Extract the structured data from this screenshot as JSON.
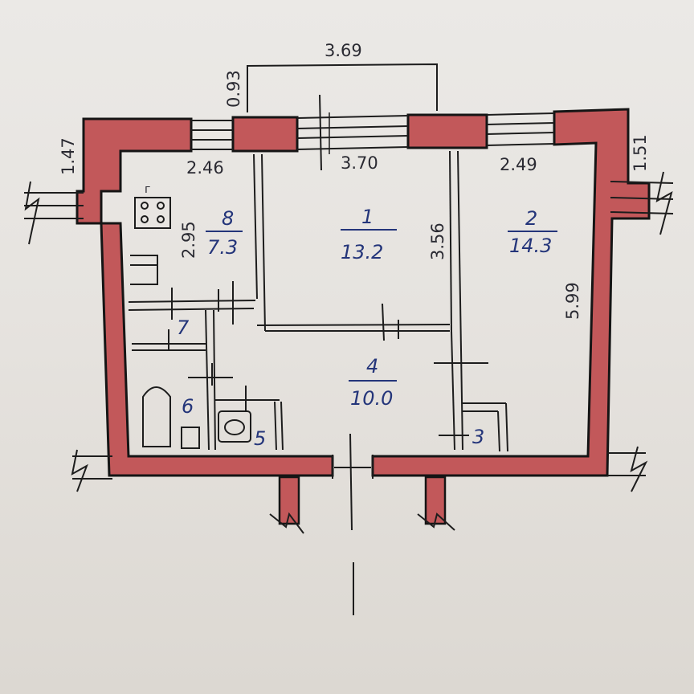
{
  "colors": {
    "paper": "#e9e6e1",
    "wall_fill": "#c2585a",
    "wall_line": "#151515",
    "ink_blue": "#24357a",
    "ink_dark": "#2a2a32"
  },
  "dimensions": {
    "balcony_width": "3.69",
    "balcony_depth": "0.93",
    "left_pier": "1.47",
    "right_pier": "1.51",
    "kitchen_width": "2.46",
    "room1_width": "3.70",
    "room2_width": "2.49",
    "kitchen_depth": "2.95",
    "room1_depth": "3.56",
    "room2_depth": "5.99"
  },
  "rooms": {
    "room1": {
      "number": "1",
      "area": "13.2"
    },
    "room2": {
      "number": "2",
      "area": "14.3"
    },
    "room3": {
      "number": "3"
    },
    "room4": {
      "number": "4",
      "area": "10.0"
    },
    "room5": {
      "number": "5"
    },
    "room6": {
      "number": "6"
    },
    "room7": {
      "number": "7"
    },
    "room8": {
      "number": "8",
      "area": "7.3"
    }
  },
  "marks": {
    "stove_label": "г"
  }
}
